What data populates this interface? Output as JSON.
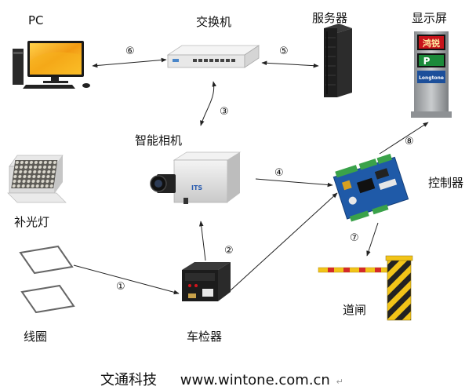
{
  "labels": {
    "pc": "PC",
    "switch": "交换机",
    "server": "服务器",
    "display": "显示屏",
    "camera": "智能相机",
    "fill_light": "补光灯",
    "controller": "控制器",
    "coil": "线圈",
    "detector": "车检器",
    "gate": "道闸"
  },
  "steps": {
    "s1": "①",
    "s2": "②",
    "s3": "③",
    "s4": "④",
    "s5": "⑤",
    "s6": "⑥",
    "s7": "⑦",
    "s8": "⑧"
  },
  "display_screen": {
    "line1": "鸿锐",
    "line2": "P",
    "brand": "Longtone"
  },
  "camera_brand": "ITS",
  "footer": {
    "company": "文通科技",
    "url": "www.wintone.com.cn",
    "mark": "↵"
  },
  "colors": {
    "arrow": "#222222",
    "gate_yellow": "#f2c418",
    "board_blue": "#1f5aa8",
    "led_red": "#d4141c",
    "led_green": "#1d8a3b"
  }
}
